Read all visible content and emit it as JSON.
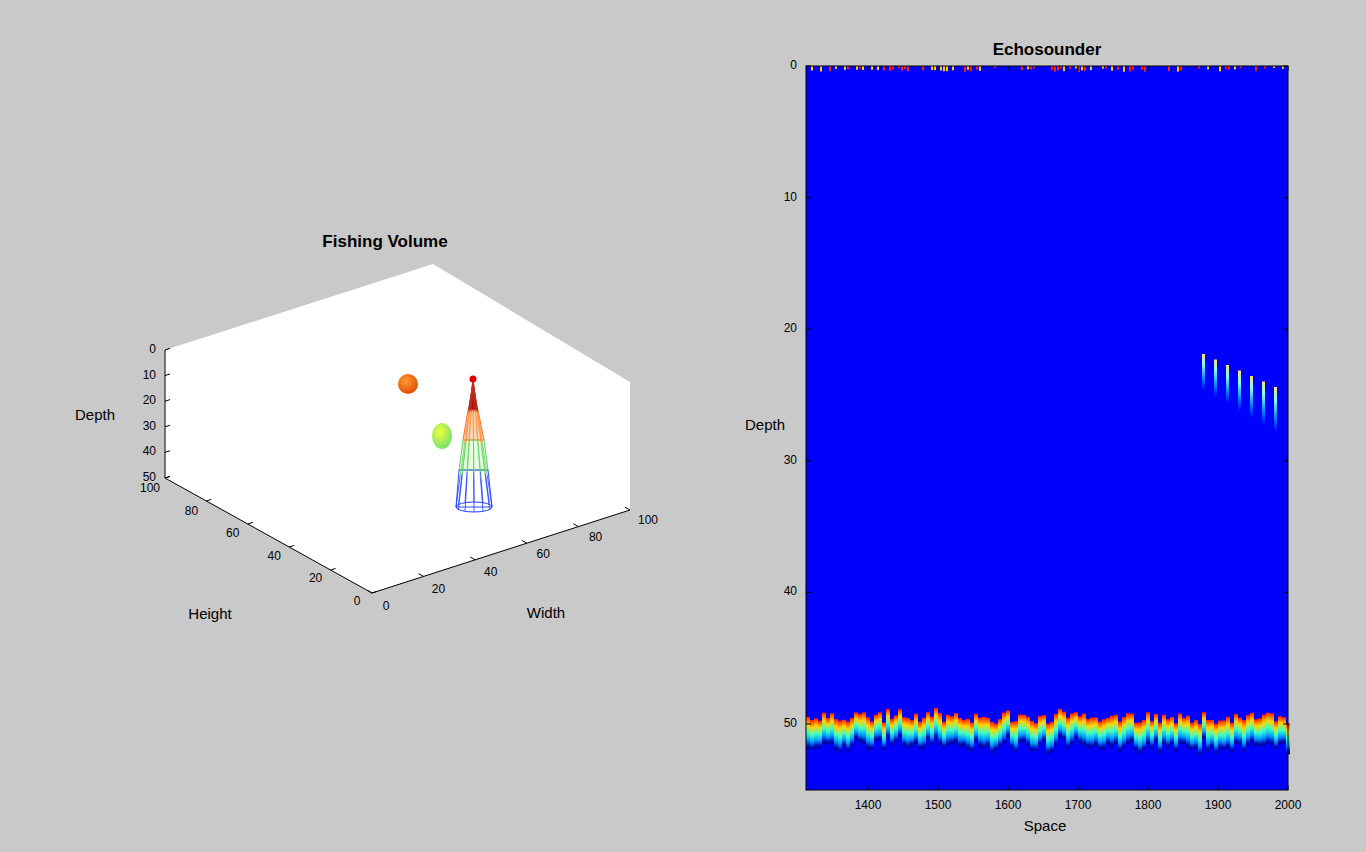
{
  "diagram": {
    "labels": [
      "Fishing Volume",
      "Depth",
      "Height",
      "Width",
      "0",
      "10",
      "20",
      "30",
      "40",
      "50",
      "100",
      "80",
      "60",
      "40",
      "20",
      "0",
      "0",
      "20",
      "40",
      "60",
      "80",
      "100",
      "Echosounder",
      "0",
      "10",
      "20",
      "30",
      "40",
      "50",
      "Depth",
      "1400",
      "1500",
      "1600",
      "1700",
      "1800",
      "1900",
      "2000",
      "Space"
    ]
  }
}
